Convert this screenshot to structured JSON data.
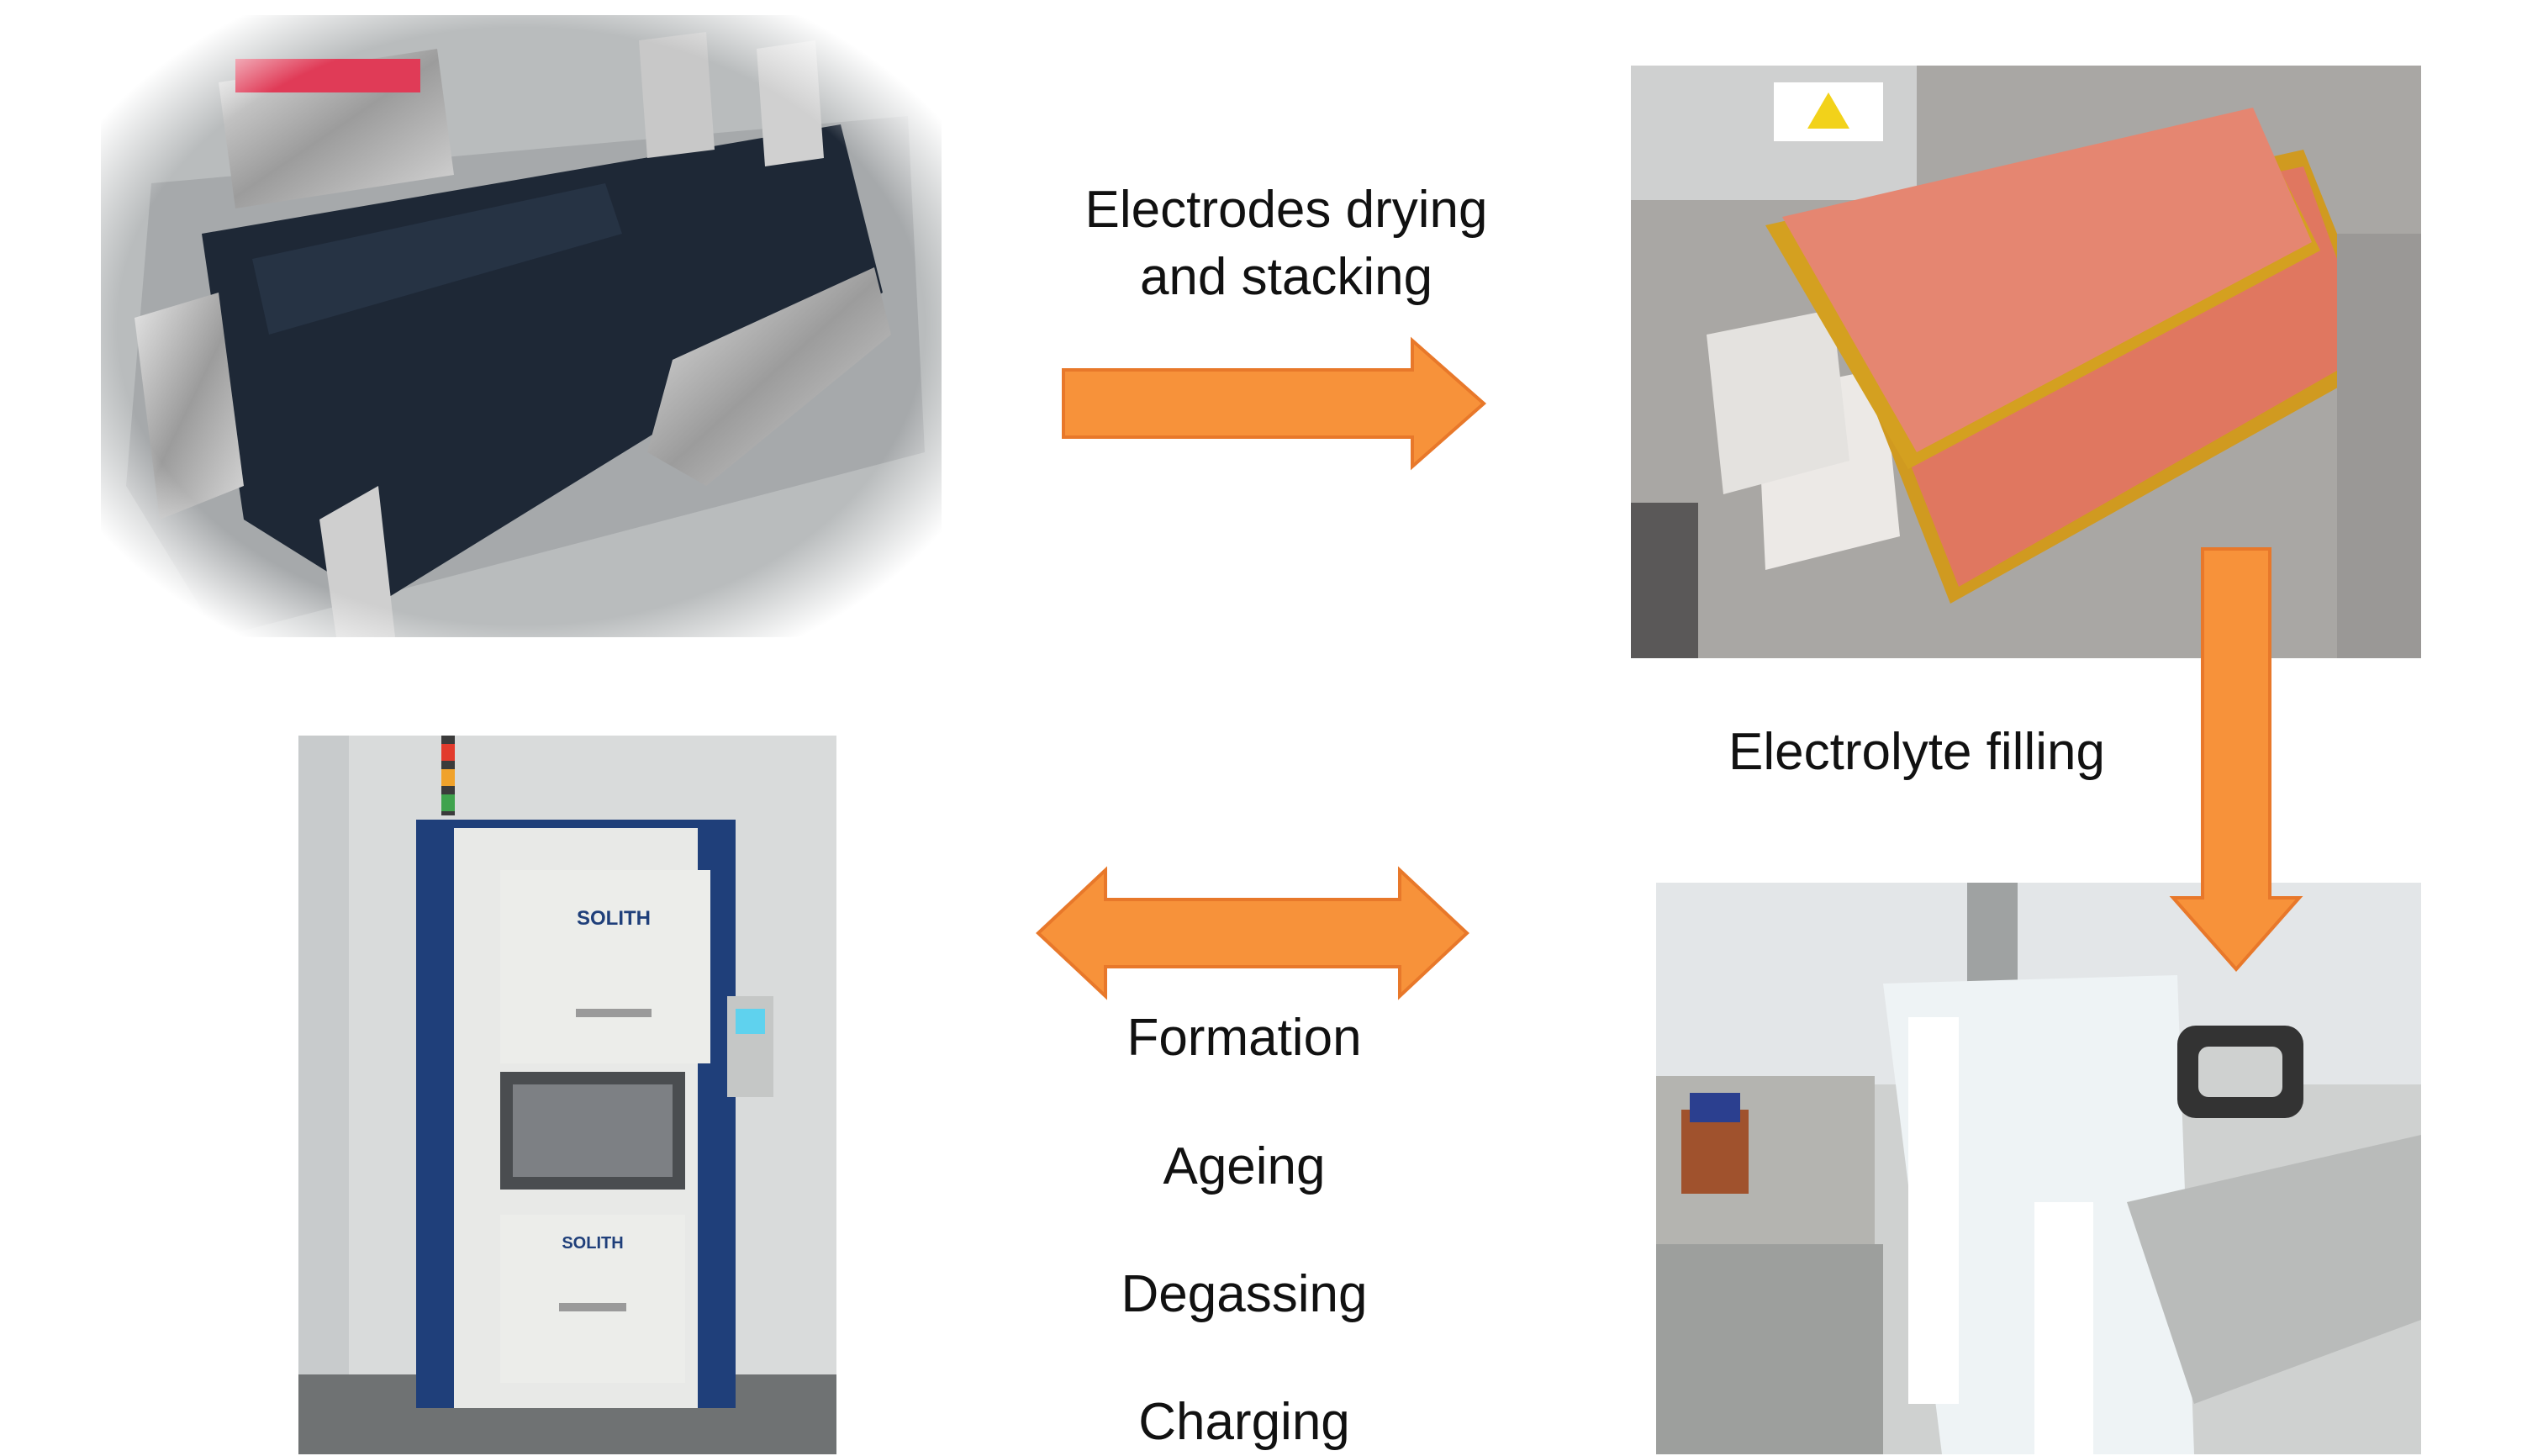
{
  "steps": {
    "drying_stacking": {
      "line1": "Electrodes drying",
      "line2": "and stacking"
    },
    "filling": {
      "label": "Electrolyte filling"
    },
    "post": [
      "Formation",
      "Ageing",
      "Degassing",
      "Charging"
    ]
  },
  "equipment": {
    "brand_upper": "SOLITH",
    "brand_lower": "SOLITH"
  },
  "colors": {
    "arrow_fill": "#f7923a",
    "arrow_stroke": "#e8782a",
    "cathode": "#e07760",
    "tape": "#d4a020",
    "panel_blue": "#1f3f7a"
  }
}
